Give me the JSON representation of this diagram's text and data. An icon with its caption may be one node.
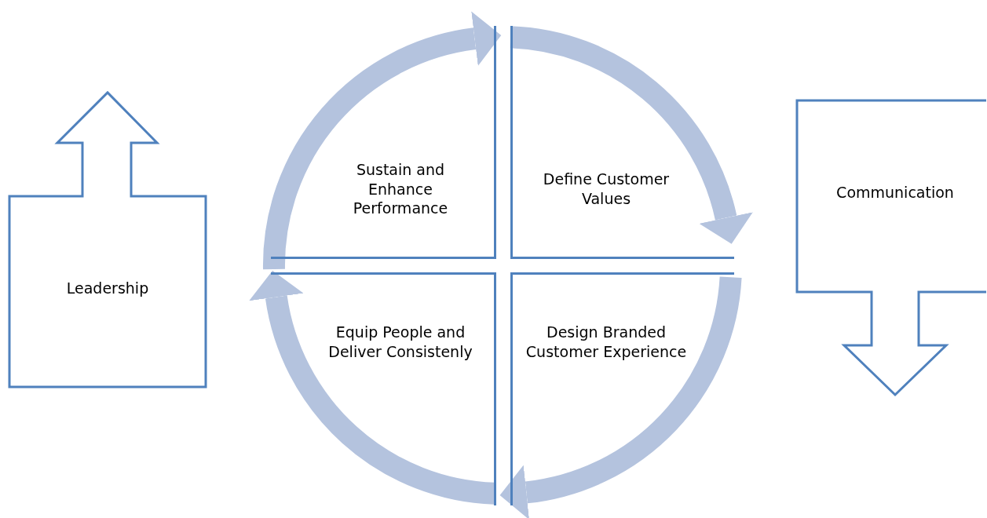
{
  "diagram": {
    "nodes": [
      {
        "text": [
          "Leadership"
        ]
      },
      {
        "text": [
          "Sustain and Enhance Performance"
        ]
      },
      {
        "text": [
          "Define Customer Values"
        ]
      },
      {
        "text": [
          "Communication"
        ]
      },
      {
        "text": [
          "Equip People and Deliver Consistenly"
        ]
      },
      {
        "text": [
          "Design Branded Customer Experience"
        ]
      }
    ],
    "edges": [
      {
        "from": 1,
        "to": 2,
        "arrow": "to"
      },
      {
        "from": 2,
        "to": 5,
        "arrow": "to"
      },
      {
        "from": 5,
        "to": 4,
        "arrow": "to"
      },
      {
        "from": 4,
        "to": 1,
        "arrow": "to"
      }
    ]
  }
}
